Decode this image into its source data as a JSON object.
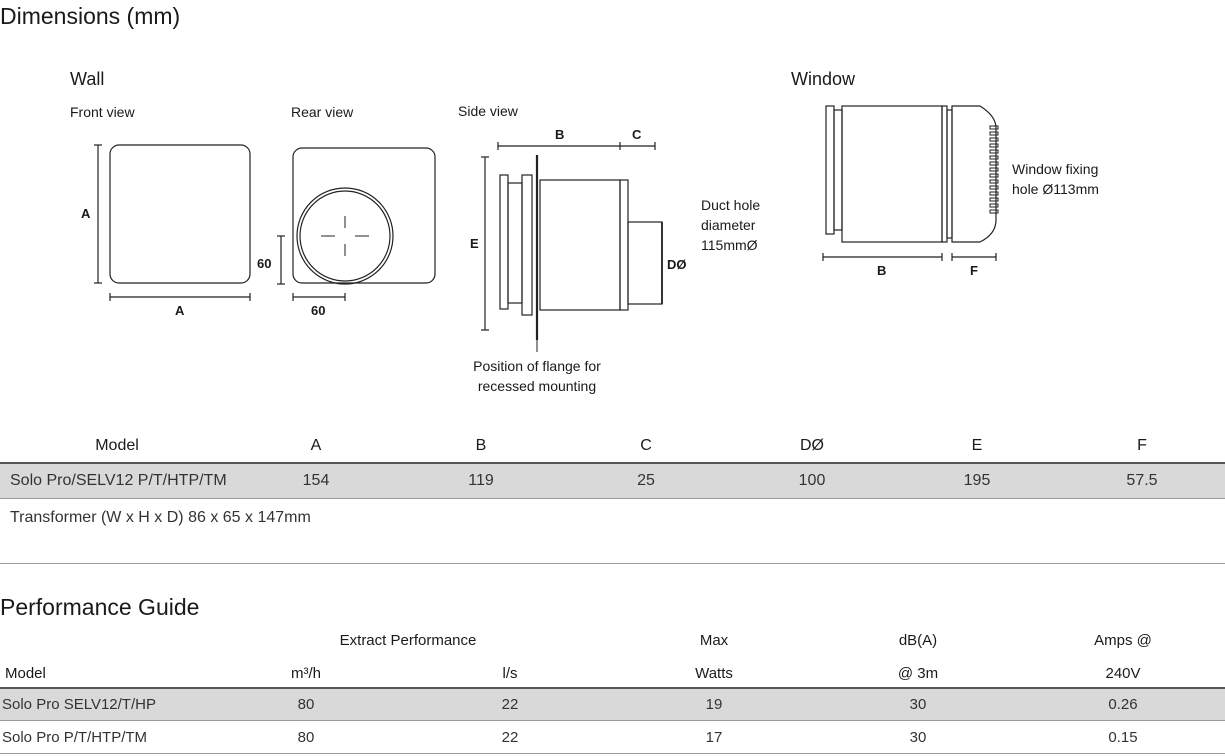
{
  "dimensions": {
    "title": "Dimensions (mm)",
    "wall": {
      "title": "Wall",
      "front_view": "Front view",
      "rear_view": "Rear view",
      "side_view": "Side view",
      "labels": {
        "front_A_vertical": "A",
        "front_A_horizontal": "A",
        "rear_60_vertical": "60",
        "rear_60_horizontal": "60",
        "side_B": "B",
        "side_C": "C",
        "side_E": "E",
        "side_D": "DØ"
      },
      "duct_note": [
        "Duct hole",
        "diameter",
        "115mmØ"
      ],
      "flange_note": [
        "Position of flange for",
        "recessed mounting"
      ]
    },
    "window": {
      "title": "Window",
      "fixing_note": [
        "Window fixing",
        "hole Ø113mm"
      ],
      "label_B": "B",
      "label_F": "F"
    },
    "table": {
      "headers": [
        "Model",
        "A",
        "B",
        "C",
        "DØ",
        "E",
        "F"
      ],
      "rows": [
        [
          "Solo Pro/SELV12 P/T/HTP/TM",
          "154",
          "119",
          "25",
          "100",
          "195",
          "57.5"
        ]
      ],
      "transformer_note": "Transformer (W x H x D) 86 x 65 x 147mm"
    }
  },
  "performance": {
    "title": "Performance Guide",
    "header_top": {
      "extract": "Extract Performance",
      "max": "Max",
      "db": "dB(A)",
      "amps": "Amps @"
    },
    "header_bottom": {
      "model": "Model",
      "m3h": "m³/h",
      "ls": "l/s",
      "watts": "Watts",
      "at3m": "@ 3m",
      "volts": "240V"
    },
    "rows": [
      [
        "Solo Pro SELV12/T/HP",
        "80",
        "22",
        "19",
        "30",
        "0.26"
      ],
      [
        "Solo Pro P/T/HTP/TM",
        "80",
        "22",
        "17",
        "30",
        "0.15"
      ]
    ]
  }
}
